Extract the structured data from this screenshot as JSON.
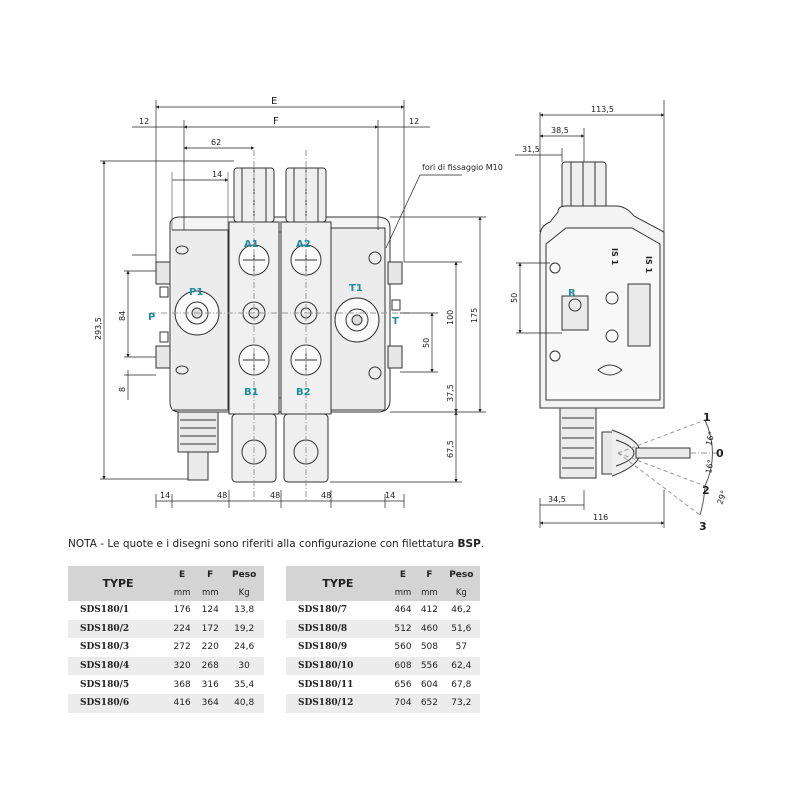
{
  "dimensions": {
    "E": "E",
    "F": "F",
    "d12_left": "12",
    "d12_right": "12",
    "d62": "62",
    "d14_top": "14",
    "d293_5": "293,5",
    "d84": "84",
    "d8": "8",
    "d14_b1": "14",
    "d48_a": "48",
    "d48_b": "48",
    "d48_c": "48",
    "d14_b2": "14",
    "d100": "100",
    "d175": "175",
    "d50_front": "50",
    "d37_5": "37,5",
    "d67_5": "67,5",
    "d113_5": "113,5",
    "d38_5": "38,5",
    "d31_5": "31,5",
    "d50_side": "50",
    "d34_5": "34,5",
    "d116": "116"
  },
  "ports": {
    "A1": "A1",
    "A2": "A2",
    "B1": "B1",
    "B2": "B2",
    "P1": "P1",
    "P": "P",
    "T1": "T1",
    "T": "T",
    "R": "R"
  },
  "side_labels": {
    "is1_a": "IS 1",
    "is1_b": "IS 1"
  },
  "callout": {
    "fixing_holes": "fori di fissaggio M10"
  },
  "lever": {
    "pos1": "1",
    "pos0": "0",
    "pos2": "2",
    "pos3": "3",
    "angle_16a": "16°",
    "angle_16b": "16°",
    "angle_29": "29°"
  },
  "note": {
    "prefix": "NOTA - Le quote e i disegni sono riferiti alla configurazione con filettatura ",
    "bold": "BSP",
    "suffix": "."
  },
  "table_headers": {
    "type": "TYPE",
    "e": "E",
    "f": "F",
    "weight": "Peso",
    "unit_mm_e": "mm",
    "unit_mm_f": "mm",
    "unit_kg": "Kg"
  },
  "table_left": [
    {
      "type": "SDS180/1",
      "e": "176",
      "f": "124",
      "kg": "13,8"
    },
    {
      "type": "SDS180/2",
      "e": "224",
      "f": "172",
      "kg": "19,2"
    },
    {
      "type": "SDS180/3",
      "e": "272",
      "f": "220",
      "kg": "24,6"
    },
    {
      "type": "SDS180/4",
      "e": "320",
      "f": "268",
      "kg": "30"
    },
    {
      "type": "SDS180/5",
      "e": "368",
      "f": "316",
      "kg": "35,4"
    },
    {
      "type": "SDS180/6",
      "e": "416",
      "f": "364",
      "kg": "40,8"
    }
  ],
  "table_right": [
    {
      "type": "SDS180/7",
      "e": "464",
      "f": "412",
      "kg": "46,2"
    },
    {
      "type": "SDS180/8",
      "e": "512",
      "f": "460",
      "kg": "51,6"
    },
    {
      "type": "SDS180/9",
      "e": "560",
      "f": "508",
      "kg": "57"
    },
    {
      "type": "SDS180/10",
      "e": "608",
      "f": "556",
      "kg": "62,4"
    },
    {
      "type": "SDS180/11",
      "e": "656",
      "f": "604",
      "kg": "67,8"
    },
    {
      "type": "SDS180/12",
      "e": "704",
      "f": "652",
      "kg": "73,2"
    }
  ]
}
